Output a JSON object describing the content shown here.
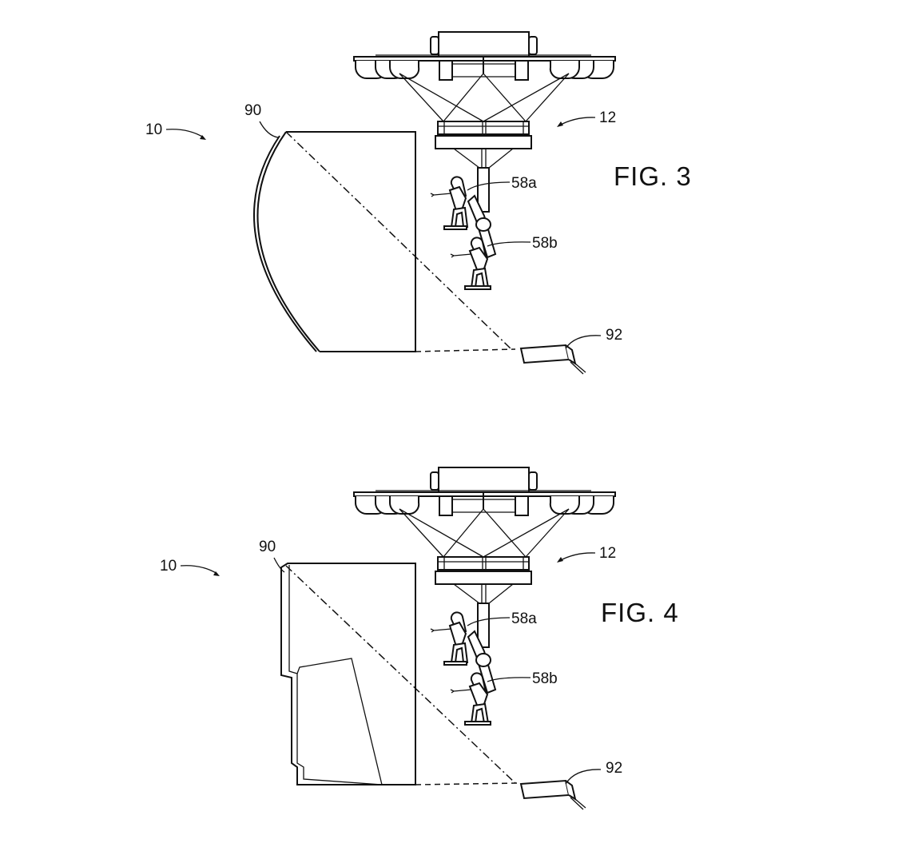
{
  "figures": [
    {
      "title": "FIG. 3",
      "labels": {
        "system": "10",
        "screen": "90",
        "vehicle": "12",
        "figure_a": "58a",
        "figure_b": "58b",
        "projector": "92"
      }
    },
    {
      "title": "FIG. 4",
      "labels": {
        "system": "10",
        "screen": "90",
        "vehicle": "12",
        "figure_a": "58a",
        "figure_b": "58b",
        "projector": "92"
      }
    }
  ]
}
